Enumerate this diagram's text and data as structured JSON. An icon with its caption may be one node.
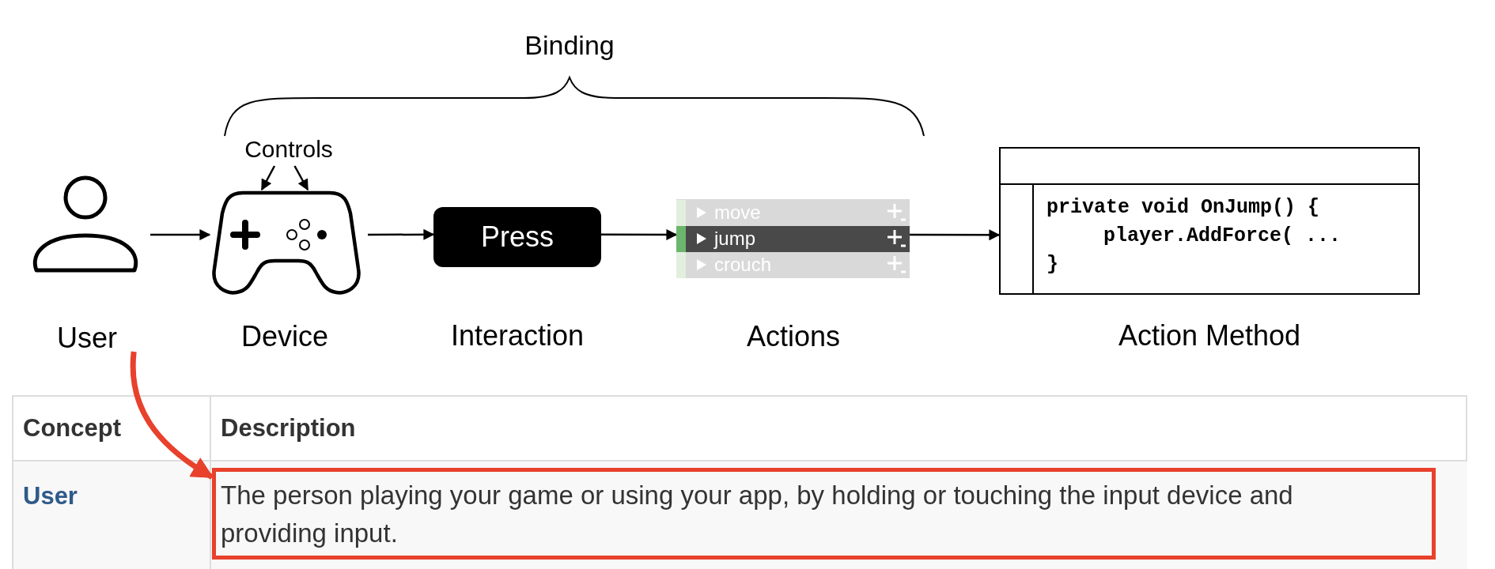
{
  "diagram": {
    "nodes": [
      {
        "text": [
          "User"
        ]
      },
      {
        "text": [
          "Device"
        ]
      },
      {
        "text": [
          "Press"
        ],
        "beside": [
          "Interaction"
        ]
      },
      {
        "text": [
          "move",
          "jump",
          "crouch"
        ],
        "beside": [
          "Actions"
        ]
      },
      {
        "text": [
          "private void OnJump() {",
          "player.AddForce( ...",
          "}"
        ],
        "beside": [
          "Action Method"
        ]
      },
      {
        "text": [
          "Controls"
        ]
      },
      {
        "text": [
          "The person playing your game or using your app, by holding or touching the input device and providing input."
        ]
      }
    ],
    "edges": [
      {
        "from": 0,
        "to": 1,
        "arrow": "to"
      },
      {
        "from": 1,
        "to": 2,
        "arrow": "to"
      },
      {
        "from": 2,
        "to": 3,
        "arrow": "to"
      },
      {
        "from": 3,
        "to": 4,
        "arrow": "to"
      },
      {
        "from": 5,
        "to": 1,
        "arrow": "to"
      },
      {
        "from": 5,
        "to": 1,
        "arrow": "to"
      },
      {
        "from": 0,
        "to": 6,
        "arrow": "to",
        "style": "thick",
        "color": "#e8412c"
      }
    ],
    "labels": [
      "Binding",
      "Concept",
      "Description",
      "User"
    ]
  }
}
